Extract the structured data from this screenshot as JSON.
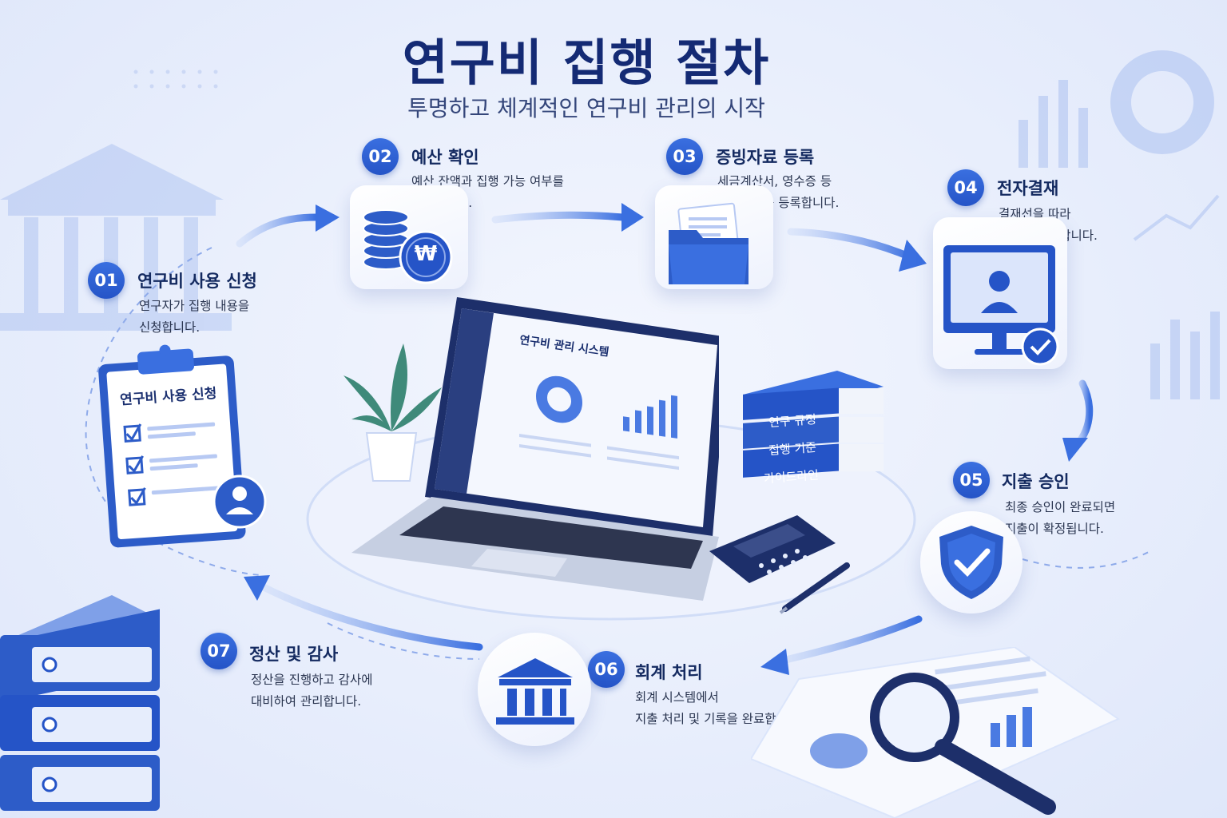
{
  "title": "연구비 집행 절차",
  "subtitle": "투명하고 체계적인 연구비 관리의 시작",
  "steps": [
    {
      "num": "01",
      "title": "연구비 사용 신청",
      "desc": "연구자가 집행 내용을\n신청합니다."
    },
    {
      "num": "02",
      "title": "예산 확인",
      "desc": "예산 잔액과 집행 가능 여부를\n확인합니다."
    },
    {
      "num": "03",
      "title": "증빙자료 등록",
      "desc": "세금계산서, 영수증 등\n증빙자료를 등록합니다."
    },
    {
      "num": "04",
      "title": "전자결재",
      "desc": "결재선을 따라\n승인을 진행합니다."
    },
    {
      "num": "05",
      "title": "지출 승인",
      "desc": "최종 승인이 완료되면\n지출이 확정됩니다."
    },
    {
      "num": "06",
      "title": "회계 처리",
      "desc": "회계 시스템에서\n지출 처리 및 기록을 완료합니다."
    },
    {
      "num": "07",
      "title": "정산 및 감사",
      "desc": "정산을 진행하고 감사에\n대비하여 관리합니다."
    }
  ],
  "clipboard": {
    "title": "연구비 사용 신청"
  },
  "laptop": {
    "screen_title": "연구비 관리 시스템"
  },
  "books": [
    "연구 규정",
    "집행 기준",
    "가이드라인"
  ],
  "coin_symbol": "₩",
  "colors": {
    "primary": "#2554c7",
    "dark": "#142a74",
    "light": "#dbe5fb"
  },
  "icons": [
    "coin-stack-icon",
    "folder-document-icon",
    "monitor-user-check-icon",
    "shield-check-icon",
    "bank-building-icon",
    "clipboard-checklist-icon",
    "magnifier-icon",
    "plant-icon",
    "calculator-icon",
    "pen-icon",
    "binders-icon"
  ]
}
